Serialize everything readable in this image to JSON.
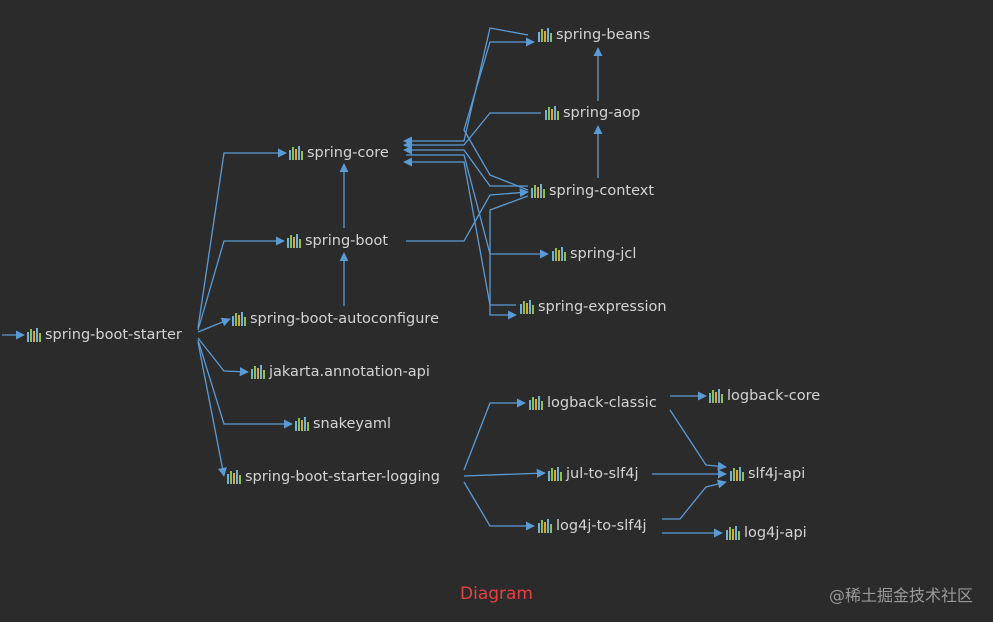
{
  "nodes": {
    "spring_boot_starter": "spring-boot-starter",
    "spring_core": "spring-core",
    "spring_boot": "spring-boot",
    "spring_boot_autoconfigure": "spring-boot-autoconfigure",
    "jakarta_annotation_api": "jakarta.annotation-api",
    "snakeyaml": "snakeyaml",
    "spring_boot_starter_logging": "spring-boot-starter-logging",
    "spring_beans": "spring-beans",
    "spring_aop": "spring-aop",
    "spring_context": "spring-context",
    "spring_jcl": "spring-jcl",
    "spring_expression": "spring-expression",
    "logback_classic": "logback-classic",
    "logback_core": "logback-core",
    "jul_to_slf4j": "jul-to-slf4j",
    "slf4j_api": "slf4j-api",
    "log4j_to_slf4j": "log4j-to-slf4j",
    "log4j_api": "log4j-api"
  },
  "edges": [
    [
      "spring_boot_starter",
      "spring_core"
    ],
    [
      "spring_boot_starter",
      "spring_boot"
    ],
    [
      "spring_boot_starter",
      "spring_boot_autoconfigure"
    ],
    [
      "spring_boot_starter",
      "jakarta_annotation_api"
    ],
    [
      "spring_boot_starter",
      "snakeyaml"
    ],
    [
      "spring_boot_starter",
      "spring_boot_starter_logging"
    ],
    [
      "spring_boot",
      "spring_core"
    ],
    [
      "spring_boot_autoconfigure",
      "spring_boot"
    ],
    [
      "spring_boot",
      "spring_context"
    ],
    [
      "spring_core",
      "spring_jcl"
    ],
    [
      "spring_beans",
      "spring_core"
    ],
    [
      "spring_aop",
      "spring_beans"
    ],
    [
      "spring_aop",
      "spring_core"
    ],
    [
      "spring_context",
      "spring_aop"
    ],
    [
      "spring_context",
      "spring_beans"
    ],
    [
      "spring_context",
      "spring_core"
    ],
    [
      "spring_context",
      "spring_expression"
    ],
    [
      "spring_expression",
      "spring_core"
    ],
    [
      "spring_boot_starter_logging",
      "logback_classic"
    ],
    [
      "spring_boot_starter_logging",
      "jul_to_slf4j"
    ],
    [
      "spring_boot_starter_logging",
      "log4j_to_slf4j"
    ],
    [
      "logback_classic",
      "logback_core"
    ],
    [
      "logback_classic",
      "slf4j_api"
    ],
    [
      "jul_to_slf4j",
      "slf4j_api"
    ],
    [
      "log4j_to_slf4j",
      "slf4j_api"
    ],
    [
      "log4j_to_slf4j",
      "log4j_api"
    ]
  ],
  "caption": "Diagram",
  "watermark": "@稀土掘金技术社区",
  "colors": {
    "background": "#2b2b2b",
    "edge": "#5b9bd5",
    "text": "#d4d4d4",
    "caption": "#e84040"
  },
  "icon": "maven-library-icon"
}
